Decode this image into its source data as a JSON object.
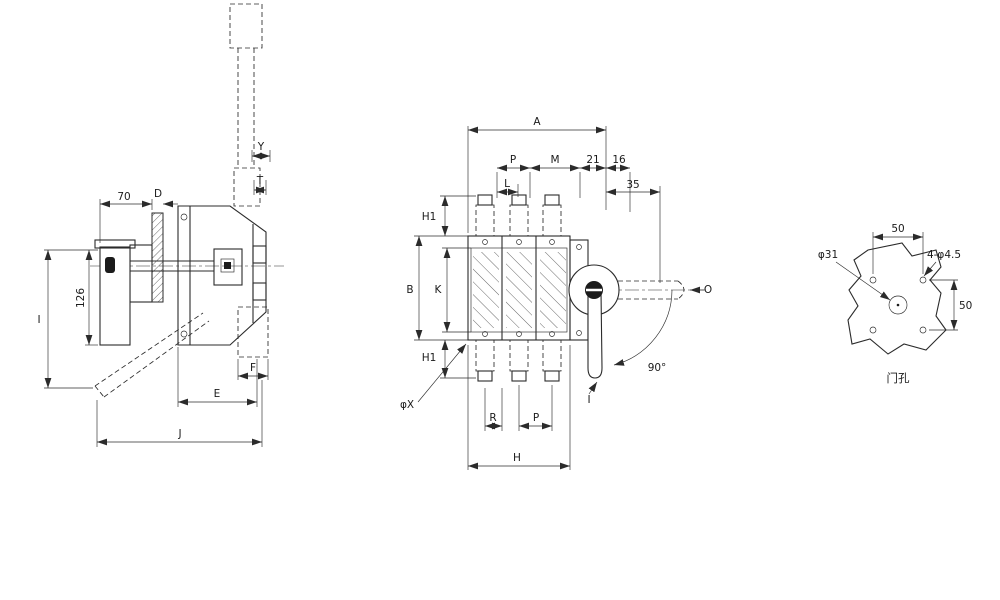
{
  "drawing": {
    "background": "#ffffff",
    "line_color": "#2b2b2b",
    "side_view": {
      "dim_70": "70",
      "dim_D": "D",
      "dim_Y": "Y",
      "dim_T": "T",
      "dim_126": "126",
      "dim_I": "I",
      "dim_F": "F",
      "dim_E": "E",
      "dim_J": "J"
    },
    "front_view": {
      "dim_A": "A",
      "dim_P_top": "P",
      "dim_M": "M",
      "dim_21": "21",
      "dim_16": "16",
      "dim_35": "35",
      "dim_L": "L",
      "dim_H1_top": "H1",
      "dim_B": "B",
      "dim_K": "K",
      "dim_H1_bottom": "H1",
      "dim_phiX": "φX",
      "dim_R": "R",
      "dim_P_bottom": "P",
      "dim_H": "H",
      "dim_O": "O",
      "dim_90deg": "90°",
      "dim_I": "I"
    },
    "door_hole_view": {
      "dim_50_top": "50",
      "dim_50_right": "50",
      "dim_phi31": "φ31",
      "dim_4_phi45": "4-φ4.5",
      "caption": "门孔"
    }
  }
}
